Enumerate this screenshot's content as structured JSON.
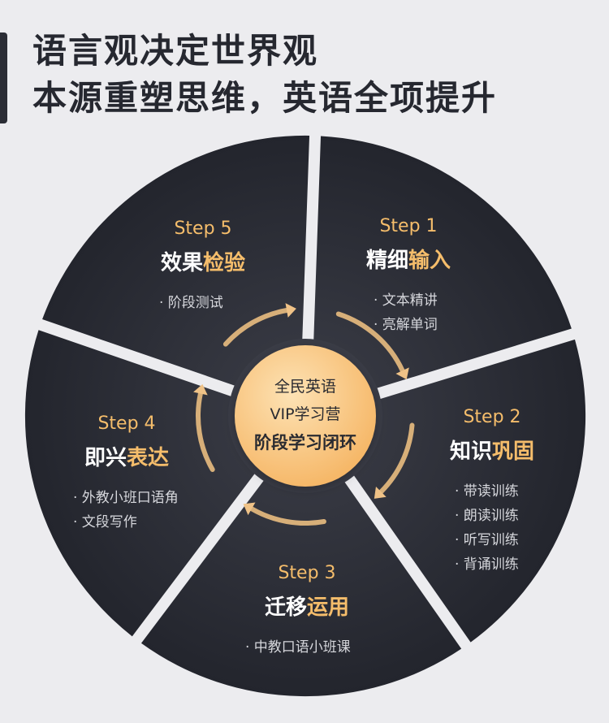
{
  "title": {
    "line1": "语言观决定世界观",
    "line2": "本源重塑思维，英语全项提升"
  },
  "center": {
    "line1": "全民英语",
    "line2": "VIP学习营",
    "line3": "阶段学习闭环"
  },
  "colors": {
    "accent": "#f5bd6b",
    "segment": "#2c2e37",
    "white": "#ffffff",
    "item": "#d6d7dc"
  },
  "steps": [
    {
      "step": "Step 1",
      "title_white": "精细",
      "title_accent": "输入",
      "items": [
        "文本精讲",
        "亮解单词"
      ]
    },
    {
      "step": "Step 2",
      "title_white": "知识",
      "title_accent": "巩固",
      "items": [
        "带读训练",
        "朗读训练",
        "听写训练",
        "背诵训练"
      ]
    },
    {
      "step": "Step 3",
      "title_white": "迁移",
      "title_accent": "运用",
      "items": [
        "中教口语小班课"
      ]
    },
    {
      "step": "Step 4",
      "title_white": "即兴",
      "title_accent": "表达",
      "items": [
        "外教小班口语角",
        "文段写作"
      ]
    },
    {
      "step": "Step 5",
      "title_white": "效果",
      "title_accent": "检验",
      "items": [
        "阶段测试"
      ]
    }
  ]
}
